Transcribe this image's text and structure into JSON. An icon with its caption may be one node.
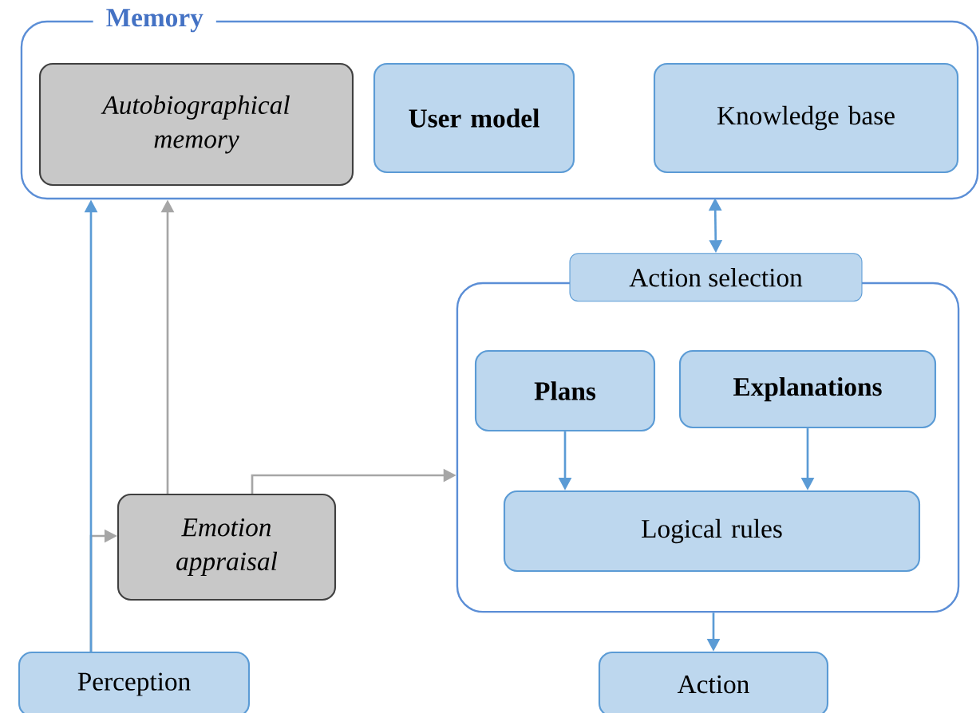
{
  "diagram": {
    "nodes": [
      {
        "text": [
          "Memory"
        ]
      },
      {
        "text": [
          "Autobiographical memory"
        ],
        "in": 0
      },
      {
        "text": [
          "User model"
        ],
        "in": 0
      },
      {
        "text": [
          "Knowledge base"
        ],
        "in": 0
      },
      {
        "text": [
          "Action selection"
        ]
      },
      {
        "text": [
          "Plans"
        ],
        "in": 4
      },
      {
        "text": [
          "Explanations"
        ],
        "in": 4
      },
      {
        "text": [
          "Logical rules"
        ],
        "in": 4
      },
      {
        "text": [
          "Emotion appraisal"
        ]
      },
      {
        "text": [
          "Perception"
        ]
      },
      {
        "text": [
          "Action"
        ]
      }
    ],
    "edges": [
      {
        "from": 9,
        "to": 0,
        "arrow": "to"
      },
      {
        "from": 9,
        "to": 8,
        "arrow": "to",
        "color": "#a6a6a6"
      },
      {
        "from": 8,
        "to": 0,
        "arrow": "to",
        "color": "#a6a6a6"
      },
      {
        "from": 8,
        "to": 4,
        "arrow": "to",
        "color": "#a6a6a6"
      },
      {
        "from": 0,
        "to": 4,
        "arrow": "both"
      },
      {
        "from": 5,
        "to": 7,
        "arrow": "to"
      },
      {
        "from": 6,
        "to": 7,
        "arrow": "to"
      },
      {
        "from": 4,
        "to": 10,
        "arrow": "to"
      }
    ]
  }
}
